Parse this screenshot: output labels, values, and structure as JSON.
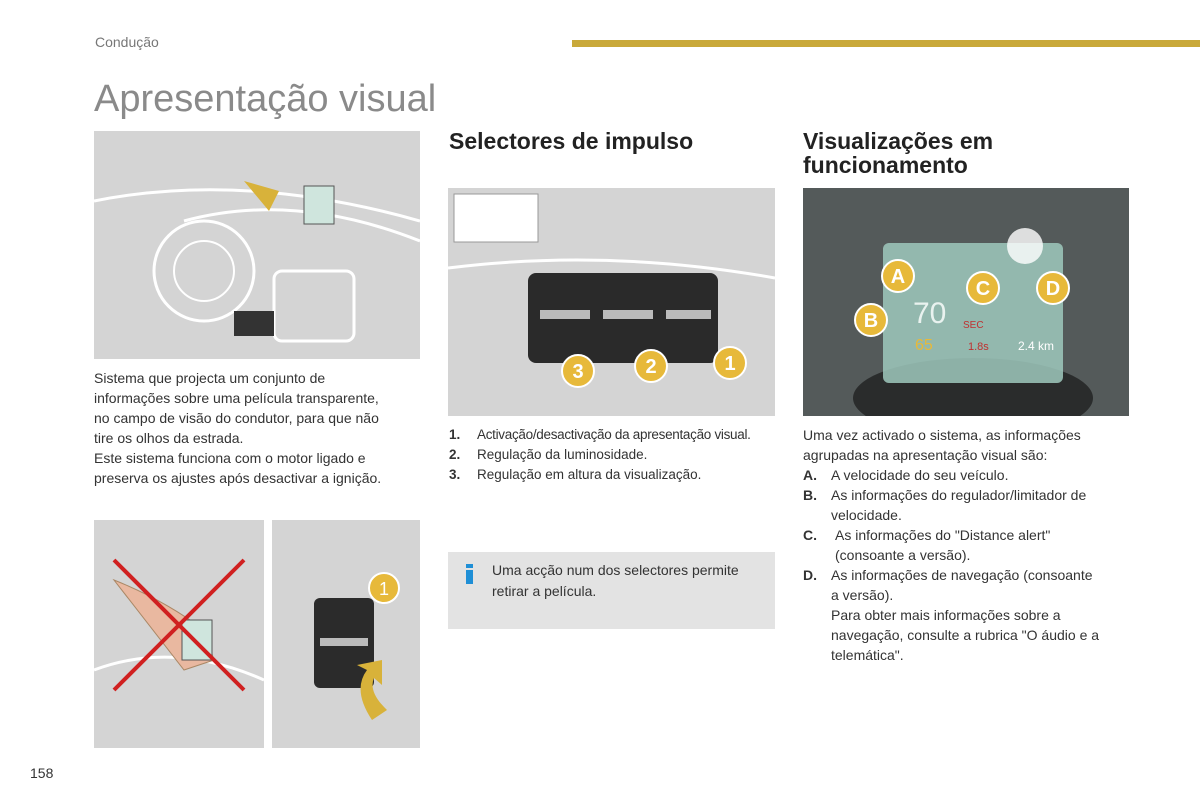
{
  "header": {
    "section": "Condução",
    "title": "Apresentação visual"
  },
  "left": {
    "description": [
      "Sistema que projecta um conjunto de",
      "informações sobre uma película transparente,",
      "no campo de visão do condutor, para que não",
      "tire os olhos da estrada.",
      "Este sistema funciona com o motor ligado e",
      "preserva os ajustes após desactivar a ignição."
    ],
    "callout": "1"
  },
  "middle": {
    "heading": "Selectores de impulso",
    "callouts": [
      "3",
      "2",
      "1"
    ],
    "items": [
      {
        "num": "1.",
        "text": "Activação/desactivação da apresentação visual."
      },
      {
        "num": "2.",
        "text": "Regulação da luminosidade."
      },
      {
        "num": "3.",
        "text": "Regulação em altura da visualização."
      }
    ],
    "info": [
      "Uma acção num dos selectores permite",
      "retirar a película."
    ]
  },
  "right": {
    "heading": [
      "Visualizações em",
      "funcionamento"
    ],
    "hud": {
      "speed": "70",
      "limit": "65",
      "gap": "1.8s",
      "distance": "2.4 km",
      "alert": "SEC",
      "labels": [
        "A",
        "B",
        "C",
        "D"
      ]
    },
    "intro": [
      "Uma vez activado o sistema, as informações",
      "agrupadas na apresentação visual são:"
    ],
    "items": [
      {
        "num": "A.",
        "lines": [
          "A velocidade do seu veículo."
        ]
      },
      {
        "num": "B.",
        "lines": [
          "As informações do regulador/limitador de",
          "velocidade."
        ]
      },
      {
        "num": "C.",
        "lines": [
          "As informações do \"Distance alert\"",
          "(consoante a versão)."
        ]
      },
      {
        "num": "D.",
        "lines": [
          "As informações de navegação (consoante",
          "a versão).",
          "Para obter mais informações sobre a",
          "navegação, consulte a rubrica \"O áudio e a",
          "telemática\"."
        ]
      }
    ]
  },
  "footer": {
    "page": "158"
  },
  "colors": {
    "gold": "#c9a93a",
    "info": "#1f8fd6",
    "callout": "#e7b93a"
  }
}
